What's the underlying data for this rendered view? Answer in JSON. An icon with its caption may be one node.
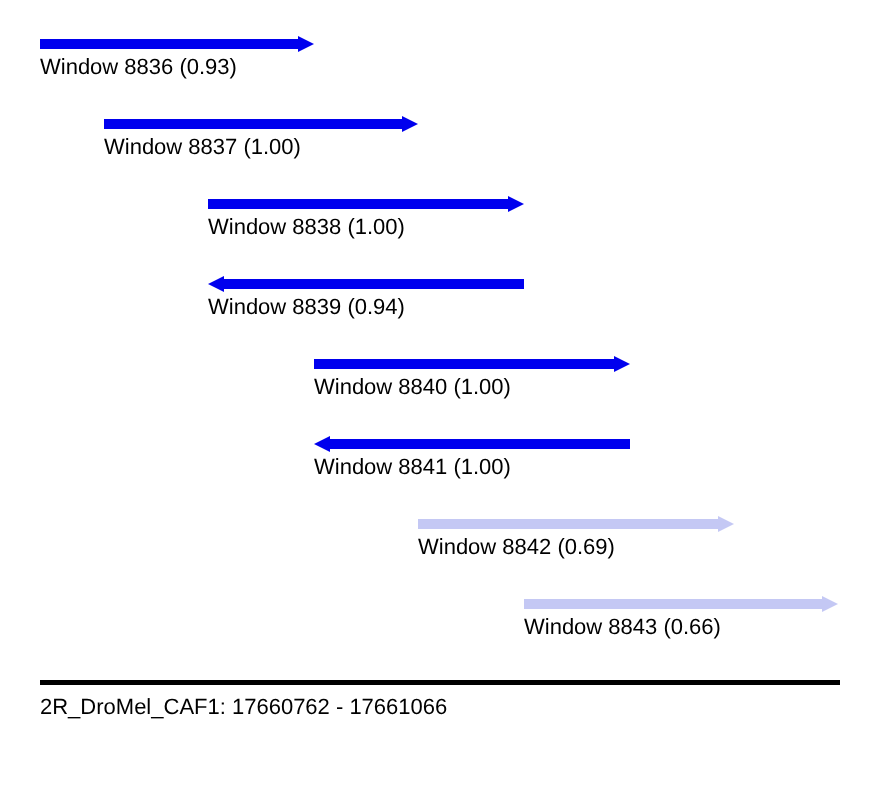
{
  "diagram": {
    "nodes": [
      {
        "text": [
          "Window 8836 (0.93)"
        ]
      },
      {
        "text": [
          "Window 8837 (1.00)"
        ]
      },
      {
        "text": [
          "Window 8838 (1.00)"
        ]
      },
      {
        "text": [
          "Window 8839 (0.94)"
        ]
      },
      {
        "text": [
          "Window 8840 (1.00)"
        ]
      },
      {
        "text": [
          "Window 8841 (1.00)"
        ]
      },
      {
        "text": [
          "Window 8842 (0.69)"
        ]
      },
      {
        "text": [
          "Window 8843 (0.66)"
        ]
      }
    ],
    "labels": [
      "2R_DroMel_CAF1: 17660762 - 17661066"
    ]
  }
}
